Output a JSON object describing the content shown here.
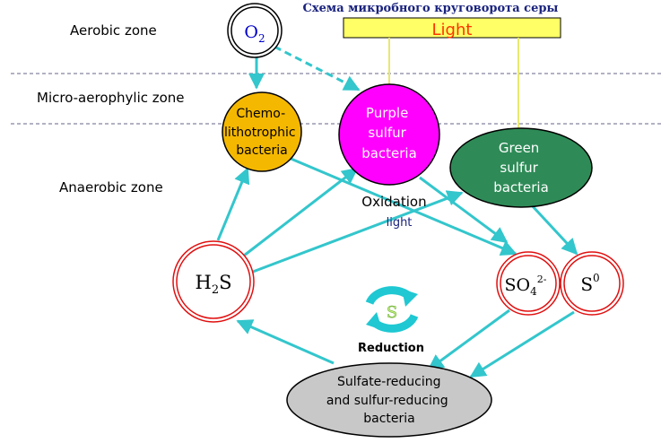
{
  "title": "Схема микробного круговорота серы",
  "zones": {
    "aerobic": "Aerobic zone",
    "micro": "Micro-aerophylic zone",
    "anaerobic": "Anaerobic zone"
  },
  "light_label": "Light",
  "o2": {
    "main": "O",
    "sub": "2"
  },
  "chemo": [
    "Chemo-",
    "lithotrophic",
    "bacteria"
  ],
  "purple": [
    "Purple",
    "sulfur",
    "bacteria"
  ],
  "green": [
    "Green",
    "sulfur",
    "bacteria"
  ],
  "h2s": {
    "a": "H",
    "sub": "2",
    "b": "S"
  },
  "so4": {
    "main": "SO",
    "sub": "4",
    "sup": "2-"
  },
  "s0": {
    "main": "S",
    "sup": "0"
  },
  "oxidation": [
    "Oxidation",
    "light"
  ],
  "cycle_letter": "S",
  "reduction": "Reduction",
  "sulfate": [
    "Sulfate-reducing",
    "and sulfur-reducing",
    "bacteria"
  ],
  "colors": {
    "arrow": "#33c6cc",
    "chemo": "#f5b800",
    "purple": "#ff00ff",
    "green": "#2e8b57",
    "light_bar": "#ffff66",
    "ring": "#e01010",
    "sulfate": "#c8c8c8"
  }
}
